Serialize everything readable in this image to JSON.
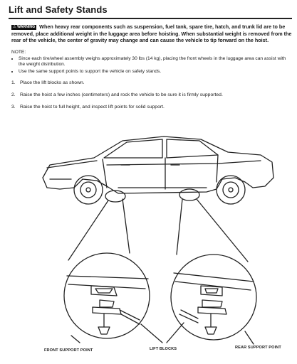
{
  "section": {
    "title": "Lift and Safety Stands"
  },
  "warning": {
    "badge": "⚠ WARNING",
    "text": "When heavy rear components such as suspension, fuel tank, spare tire, hatch, and trunk lid are to be removed, place additional weight in the luggage area before hoisting. When substantial weight is removed from the rear of the vehicle, the center of gravity may change and can cause the vehicle to tip forward on the hoist."
  },
  "note": {
    "label": "NOTE:",
    "items": [
      "Since each tire/wheel assembly weighs approximately 30 lbs (14 kg), placing the front wheels in the luggage area can assist with the weight distribution.",
      "Use the same support points to support the vehicle on safety stands."
    ]
  },
  "steps": [
    {
      "num": "1.",
      "text": "Place the lift blocks as shown."
    },
    {
      "num": "2.",
      "text": "Raise the hoist a few inches (centimeters) and rock the vehicle to be sure it is firmly supported."
    },
    {
      "num": "3.",
      "text": "Raise the hoist to full height, and inspect lift points for solid support."
    }
  ],
  "figure": {
    "captions": {
      "front": "FRONT SUPPORT POINT",
      "blocks": "LIFT BLOCKS",
      "rear": "REAR SUPPORT POINT"
    }
  }
}
